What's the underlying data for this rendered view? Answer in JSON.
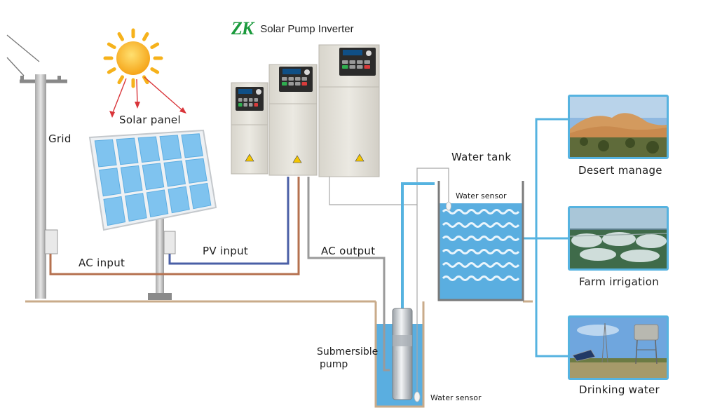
{
  "brand": {
    "logo": "ZK",
    "title": "Solar Pump Inverter"
  },
  "labels": {
    "grid": "Grid",
    "solar_panel": "Solar panel",
    "ac_input": "AC input",
    "pv_input": "PV input",
    "ac_output": "AC output",
    "water_tank": "Water tank",
    "water_sensor_tank": "Water sensor",
    "submersible_pump_line1": "Submersible",
    "submersible_pump_line2": "pump",
    "water_sensor_well": "Water sensor"
  },
  "applications": [
    {
      "label": "Desert manage",
      "icon": "desert-photo"
    },
    {
      "label": "Farm irrigation",
      "icon": "irrigation-photo"
    },
    {
      "label": "Drinking water",
      "icon": "water-tower-photo"
    }
  ],
  "colors": {
    "brand_green": "#1a9a3c",
    "water": "#5aaee0",
    "pipe": "#56b3e0",
    "ac_wire": "#b5714f",
    "pv_wire": "#4a5fa6",
    "ground": "#c9ab8a",
    "sun": "#f6b21b",
    "sun_ray": "#d9353a"
  }
}
